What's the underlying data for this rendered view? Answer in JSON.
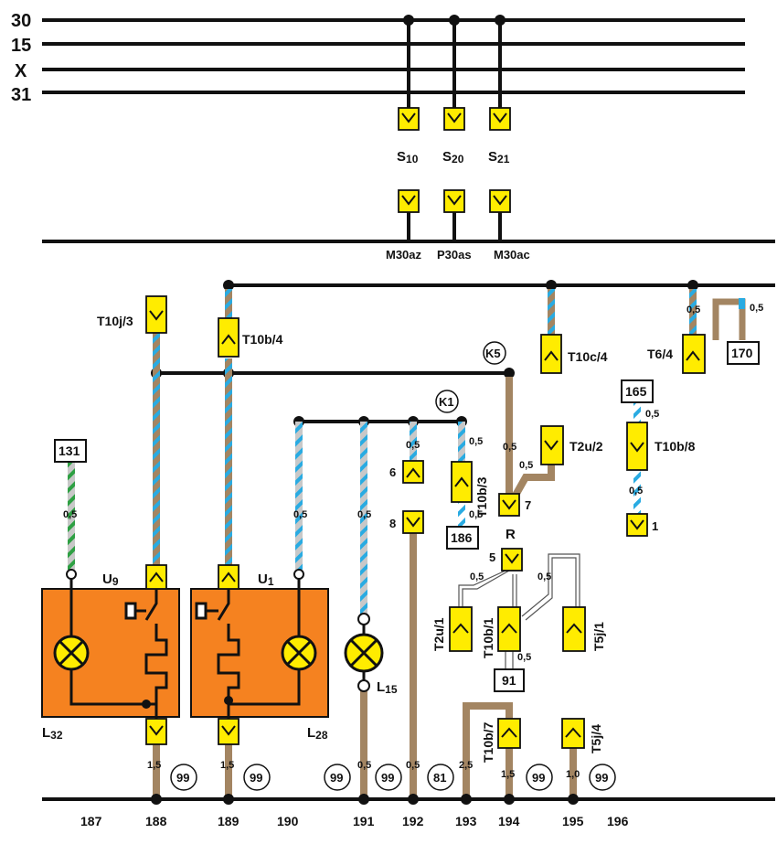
{
  "rails": {
    "r30": "30",
    "r15": "15",
    "rX": "X",
    "r31": "31"
  },
  "splice_labels": {
    "s10": "S",
    "s10_sub": "10",
    "s20": "S",
    "s20_sub": "20",
    "s21": "S",
    "s21_sub": "21"
  },
  "bus_labels": {
    "m30az": "M30az",
    "p30as": "P30as",
    "m30ac": "M30ac"
  },
  "connectors": {
    "t10j3": "T10j/3",
    "t10b4": "T10b/4",
    "t10c4": "T10c/4",
    "t6_4": "T6/4",
    "t2u2": "T2u/2",
    "t10b8": "T10b/8",
    "t10b3": "T10b/3",
    "t2u1": "T2u/1",
    "t10b1": "T10b/1",
    "t5j1": "T5j/1",
    "t10b7": "T10b/7",
    "t5j4": "T5j/4"
  },
  "boxes": {
    "b131": "131",
    "b165": "165",
    "b170": "170",
    "b186": "186",
    "b91": "91"
  },
  "junctions": {
    "k5": "K5",
    "k1": "K1"
  },
  "components": {
    "u9": "U9",
    "u9_main": "U",
    "u9_sub": "9",
    "u1": "U1",
    "u1_main": "U",
    "u1_sub": "1",
    "l32": "L32",
    "l32_main": "L",
    "l32_sub": "32",
    "l28": "L28",
    "l28_main": "L",
    "l28_sub": "28",
    "l15": "L15",
    "l15_main": "L",
    "l15_sub": "15",
    "r": "R"
  },
  "pins": {
    "p6": "6",
    "p8": "8",
    "p7": "7",
    "p5": "5",
    "p1": "1"
  },
  "wire_sizes": {
    "w131": "0,5",
    "w165": "0,5",
    "w_t10b8": "0,5",
    "w_t6a": "0,5",
    "w_t6b": "0,5",
    "w_t2u2": "0,5",
    "w_k5": "0,5",
    "w_6": "0,5",
    "w_t10b3": "0,5",
    "w_186": "0,5",
    "w_u1": "0,5",
    "w_l15": "0,5",
    "w_r_a": "0,5",
    "w_r_b": "0,5",
    "w_91": "0,5",
    "b188": "1,5",
    "b189": "1,5",
    "b191": "0,5",
    "b192": "0,5",
    "b193": "2,5",
    "b194": "1,5",
    "b195": "1,0"
  },
  "ground_refs": {
    "g188": "99",
    "g189": "99",
    "g191": "99",
    "g192": "99",
    "g193": "81",
    "g194": "99",
    "g195": "99"
  },
  "addresses": [
    "187",
    "188",
    "189",
    "190",
    "191",
    "192",
    "193",
    "194",
    "195",
    "196"
  ],
  "colors": {
    "yellow": "#ffec00",
    "orange": "#f58220",
    "brown": "#a38562",
    "blue": "#29abe2",
    "grey": "#c8c8c8",
    "green": "#2ea043",
    "black": "#111111"
  }
}
